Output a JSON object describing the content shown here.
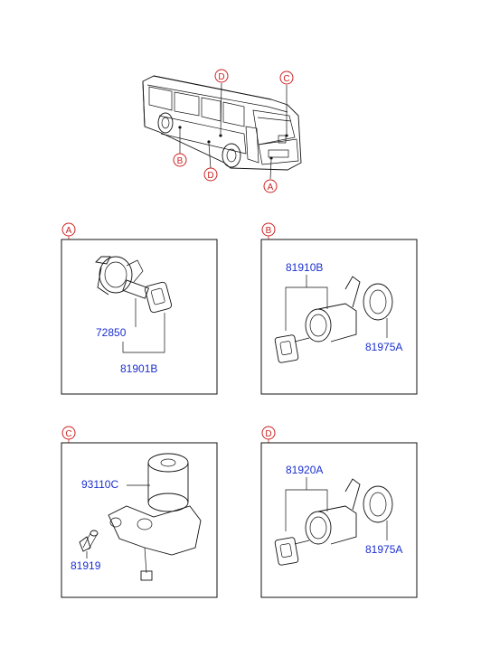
{
  "callouts": {
    "bus_a": "A",
    "bus_b": "B",
    "bus_c": "C",
    "bus_d1": "D",
    "bus_d2": "D",
    "panel_a": "A",
    "panel_b": "B",
    "panel_c": "C",
    "panel_d": "D"
  },
  "parts": {
    "a_lock": "72850",
    "a_assy": "81901B",
    "b_assy": "81910B",
    "b_ring": "81975A",
    "c_switch": "93110C",
    "c_bolt": "81919",
    "d_assy": "81920A",
    "d_ring": "81975A"
  },
  "colors": {
    "callout": "#cc2222",
    "part_number": "#1a2fd0",
    "line_art": "#111111"
  }
}
